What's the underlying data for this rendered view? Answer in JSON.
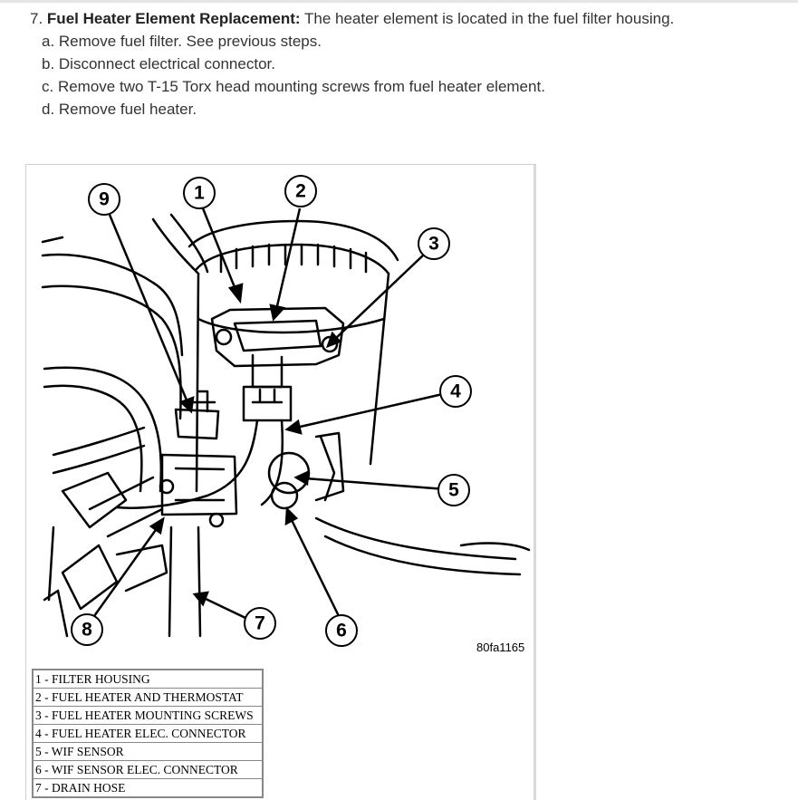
{
  "step": {
    "number": "7.",
    "title": "Fuel Heater Element Replacement:",
    "description": "The heater element is located in the fuel filter housing.",
    "substeps": [
      "a. Remove fuel filter. See previous steps.",
      "b. Disconnect electrical connector.",
      "c. Remove two T-15 Torx head mounting screws from fuel heater element.",
      "d. Remove fuel heater."
    ]
  },
  "figure": {
    "code": "80fa1165",
    "callouts": [
      "1",
      "2",
      "3",
      "4",
      "5",
      "6",
      "7",
      "8",
      "9"
    ],
    "legend": [
      "1 - FILTER HOUSING",
      "2 - FUEL HEATER AND THERMOSTAT",
      "3 - FUEL HEATER MOUNTING SCREWS",
      "4 - FUEL HEATER ELEC. CONNECTOR",
      "5 - WIF SENSOR",
      "6 - WIF SENSOR ELEC. CONNECTOR",
      "7 - DRAIN HOSE"
    ]
  }
}
